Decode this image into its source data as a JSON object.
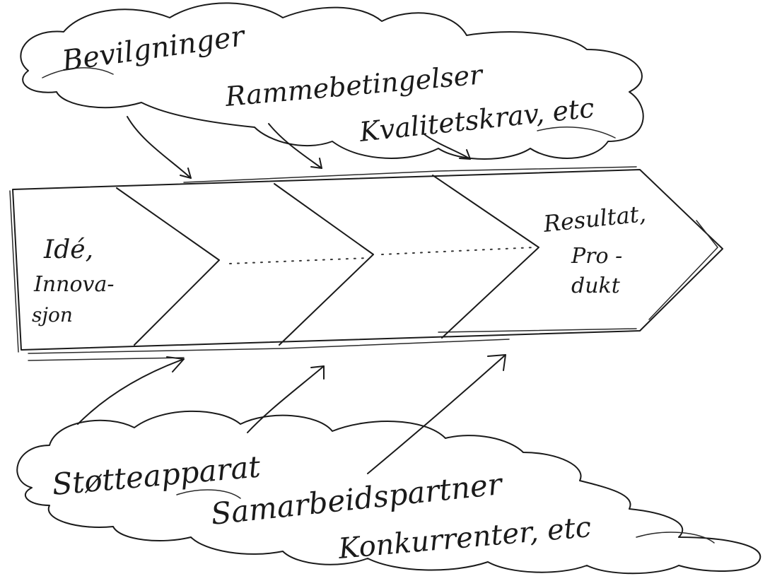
{
  "diagram": {
    "top_cloud": {
      "lines": [
        "Bevilgninger",
        "Rammebetingelser",
        "Kvalitetskrav, etc"
      ]
    },
    "stages": {
      "start": [
        "Idé,",
        "Innova-",
        "sjon"
      ],
      "end": [
        "Resultat,",
        "Pro -",
        "dukt"
      ]
    },
    "bottom_cloud": {
      "lines": [
        "Støtteapparat",
        "Samarbeidspartner",
        "Konkurrenter, etc"
      ]
    },
    "colors": {
      "ink": "#1a1a1a",
      "paper": "#ffffff"
    }
  }
}
